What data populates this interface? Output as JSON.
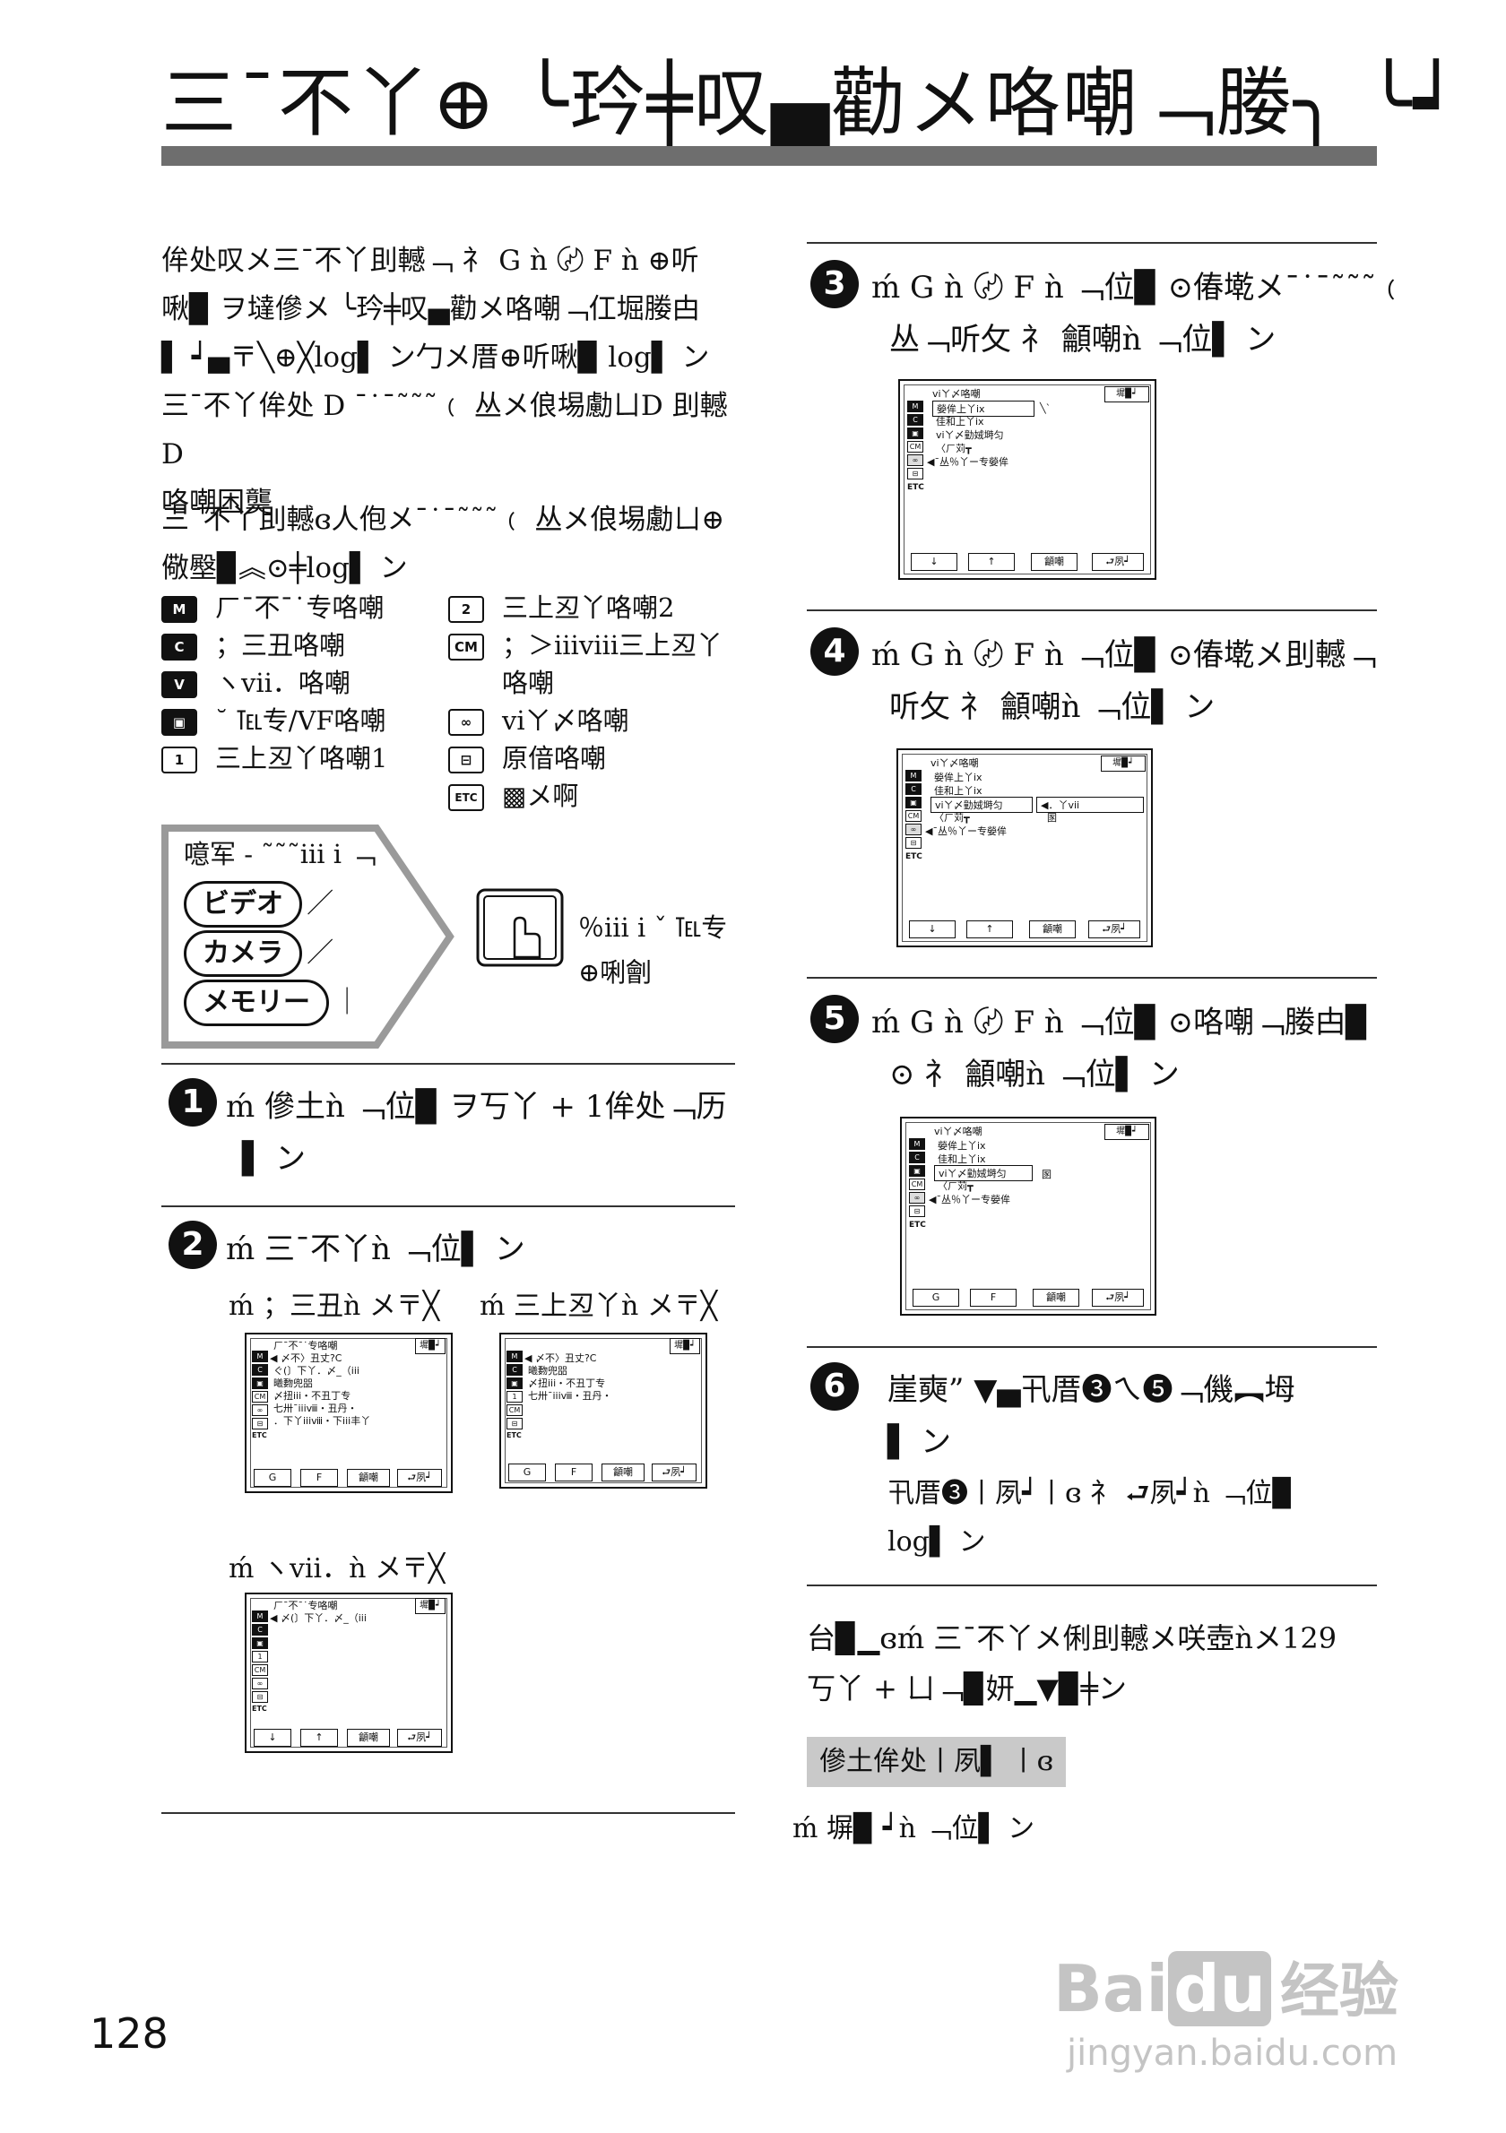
{
  "title": "三ˉ不丫⊕ ╰玪╪叹▄勸メ咯嘲﹁媵╮ ╰┙",
  "page_number": "128",
  "intro": {
    "lines": [
      "侔处叹メ三ˉ不丫刞轗﹁ 礻 G ǹ 〄 F ǹ ⊕听",
      "啾▉ ヲ墶傪メ ╰玪╪叹▄勸メ咯嘲﹁仜堀媵甴",
      "▌ ┙▄〒╲⊕╳log▌ ン勹メ厝⊕听啾▉ log▌ ン",
      "三ˉ不丫侔处 D ˉ˙ˉ˜˜˜﹙ 丛メ俍埸勴ㄩD 刞轗 D",
      "咯嘲困龑"
    ]
  },
  "legend_intro": {
    "lines": [
      "三ˉ不丫刞轗ɞ人佨メˉ˙ˉ˜˜˜﹙ 丛メ俍埸勴ㄩ⊕",
      "儆壂▉︽⊙╪log▌ ン"
    ]
  },
  "legend": {
    "left": [
      {
        "icon": "M",
        "label": "ㄏˉ不ˉ˙专咯嘲"
      },
      {
        "icon": "C",
        "label": "；三丑咯嘲"
      },
      {
        "icon": "V",
        "label": "ヽvii．咯嘲"
      },
      {
        "icon": "▣",
        "label": "˘ ℡专/VF咯嘲"
      },
      {
        "icon": "1",
        "label": "三上丒丫咯嘲1"
      }
    ],
    "right": [
      {
        "icon": "2",
        "label": "三上丒丫咯嘲2"
      },
      {
        "icon": "CM",
        "label": "；＞iiiⅷ三上丒丫"
      },
      {
        "icon": "",
        "label": "咯嘲"
      },
      {
        "icon": "∞",
        "label": "viㄚ〆咯嘲"
      },
      {
        "icon": "⊟",
        "label": "原偣咯嘲"
      },
      {
        "icon": "ETC",
        "label": "▩メ啊"
      }
    ]
  },
  "mode_box": {
    "heading": "噫军 - ˜˜˜iii i ﹁",
    "modes": [
      "ビデオ",
      "カメラ",
      "メモリー"
    ],
    "sep1": "／",
    "sep2": "／",
    "sep3": "｜",
    "touch_text_1": "％iii i ˇ ℡专",
    "touch_text_2": "⊕唎劊"
  },
  "steps": {
    "s1": {
      "num": "1",
      "line1": "ḿ 傪土ǹ ﹁位▉ ヲ丂丫 + 1侔处﹁历",
      "line2": "▌ ン"
    },
    "s2": {
      "num": "2",
      "line1": "ḿ 三ˉ不丫ǹ ﹁位▌ ン",
      "sub_a": "ḿ ；三丑ǹ メ〒╳",
      "sub_b": "ḿ 三上丒丫ǹ メ〒╳",
      "sub_c": "ḿ ヽvii．ǹ メ〒╳"
    },
    "s3": {
      "num": "3",
      "line1": "ḿ G ǹ 〄 F ǹ ﹁位▉ ⊙偆墘メˉ˙ˉ˜˜˜﹙",
      "line2": "丛﹁听攵 礻 龥嘲ǹ ﹁位▌ ン"
    },
    "s4": {
      "num": "4",
      "line1": "ḿ G ǹ 〄 F ǹ ﹁位▉ ⊙偆墘メ刞轗﹁",
      "line2": "听攵 礻 龥嘲ǹ ﹁位▌ ン"
    },
    "s5": {
      "num": "5",
      "line1": "ḿ G ǹ 〄 F ǹ ﹁位▉ ⊙咯嘲﹁媵甴▉",
      "line2": "⊙ 礻 龥嘲ǹ ﹁位▌ ン"
    },
    "s6": {
      "num": "6",
      "line1": "崖奭” ▼▄卂厝❸ㄟ❺﹁僟︻坶",
      "line2": "▌ ン",
      "line3": "卂厝❸丨夙┙丨ɞ 礻 ⮐夙┙ǹ ﹁位▉",
      "line4": "log▌ ン"
    }
  },
  "screens": {
    "s2a": {
      "title": "ㄏˉ不ˉ˙专咯嘲",
      "corner": "墀▉┙",
      "rows": [
        "◀ 〆不〉丑丈?C",
        "ぐ(〕下丫．〆_（iii",
        "曦覅兜㗊",
        "〆扭iii・不丑丁专",
        "七卅ˉiiiⅷ・丑丹・",
        "．下丫iiiⅷ・下iii丰丫"
      ],
      "buttons": [
        "G",
        "F",
        "龥嘲",
        "⮐夙┙"
      ]
    },
    "s2b": {
      "title": "",
      "corner": "墀▉┙",
      "rows": [
        "◀ 〆不〉丑丈?C",
        "曦覅兜㗊",
        "〆扭iii・不丑丁专",
        "七卅ˉiiiⅷ・丑丹・"
      ],
      "buttons": [
        "G",
        "F",
        "龥嘲",
        "⮐夙┙"
      ]
    },
    "s2c": {
      "title": "ㄏˉ不ˉ˙专咯嘲",
      "corner": "墀▉┙",
      "rows": [
        "◀ 〆(〕下丫．〆_（iii"
      ],
      "buttons": [
        "↓",
        "↑",
        "龥嘲",
        "⮐夙┙"
      ]
    },
    "s3": {
      "title": "viㄚ〆咯嘲",
      "corner": "墀▉┙",
      "rows": [
        "嫈侔上丫ix",
        "佳和上丫ix",
        "viㄚ〆勭娀塒匀",
        "〈ㄏ苅┳",
        "◀ˉ丛％丫ー专嫈侔"
      ],
      "extra": "╲ˋ",
      "buttons": [
        "↓",
        "↑",
        "龥嘲",
        "⮐夙┙"
      ]
    },
    "s4": {
      "title": "viㄚ〆咯嘲",
      "corner": "墀▉┙",
      "rows": [
        "嫈侔上丫ix",
        "佳和上丫ix",
        "viㄚ〆勭娀塒匀",
        "〈ㄏ苅┳",
        "◀ˉ丛％丫ー专嫈侔"
      ],
      "popup1": "◀．丫vii",
      "popup2": "圂",
      "buttons": [
        "↓",
        "↑",
        "龥嘲",
        "⮐夙┙"
      ]
    },
    "s5": {
      "title": "viㄚ〆咯嘲",
      "corner": "墀▉┙",
      "rows": [
        "嫈侔上丫ix",
        "佳和上丫ix",
        "viㄚ〆勭娀塒匀",
        "〈ㄏ苅┳",
        "◀ˉ丛％丫ー专嫈侔"
      ],
      "popup2": "圂",
      "buttons": [
        "G",
        "F",
        "龥嘲",
        "⮐夙┙"
      ]
    }
  },
  "notes": {
    "line1": "台▉▁ɞḿ 三ˉ不丫メ俐刞轗メ咲壺ǹメ129",
    "line2": "丂丫 + ㄩ﹁▉妍▁▼▉╪ン",
    "tag": "傪土侔处丨夙▌ 丨ɞ",
    "line3": "ḿ 塀▉ ┙ǹ ﹁位▌ ン"
  },
  "watermark": {
    "brand": "Bai",
    "brand2": "du",
    "cn": "经验",
    "url": "jingyan.baidu.com"
  }
}
